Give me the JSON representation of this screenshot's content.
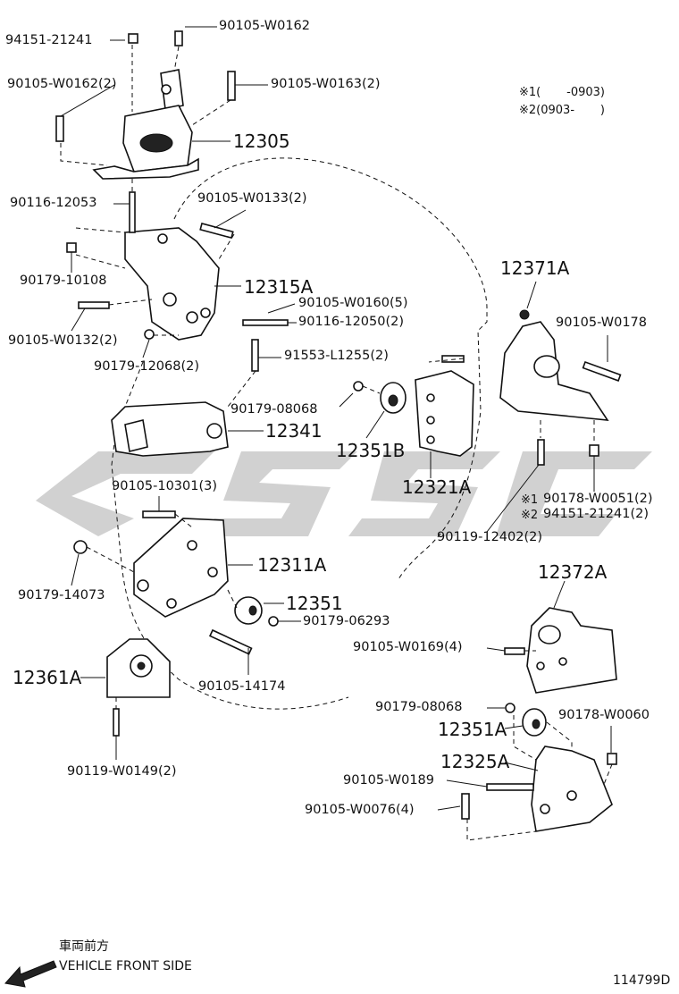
{
  "colors": {
    "ink": "#111111",
    "watermark": "#9a9a9a",
    "background": "#ffffff"
  },
  "diagram": {
    "parts": {
      "p94151_21241": "94151-21241",
      "p90105_W0162": "90105-W0162",
      "p90105_W0162_2": "90105-W0162(2)",
      "p90105_W0163_2": "90105-W0163(2)",
      "p12305": "12305",
      "p90116_12053": "90116-12053",
      "p90105_W0133_2": "90105-W0133(2)",
      "p90179_10108": "90179-10108",
      "p12315A": "12315A",
      "p90105_W0160_5": "90105-W0160(5)",
      "p90116_12050_2": "90116-12050(2)",
      "p90105_W0132_2": "90105-W0132(2)",
      "p90179_12068_2": "90179-12068(2)",
      "p91553_L1255_2": "91553-L1255(2)",
      "p90179_08068_a": "90179-08068",
      "p12341": "12341",
      "p12351B": "12351B",
      "p12321A": "12321A",
      "p12371A": "12371A",
      "p90105_W0178": "90105-W0178",
      "p90178_W0051_2": "90178-W0051(2)",
      "p94151_21241_2": "94151-21241(2)",
      "p90119_12402_2": "90119-12402(2)",
      "p90105_10301_3": "90105-10301(3)",
      "p12311A": "12311A",
      "p90179_14073": "90179-14073",
      "p12351": "12351",
      "p90179_06293": "90179-06293",
      "p12372A": "12372A",
      "p90105_W0169_4": "90105-W0169(4)",
      "p12361A": "12361A",
      "p90105_14174": "90105-14174",
      "p90119_W0149_2": "90119-W0149(2)",
      "p90179_08068_b": "90179-08068",
      "p90178_W0060": "90178-W0060",
      "p12351A": "12351A",
      "p12325A": "12325A",
      "p90105_W0189": "90105-W0189",
      "p90105_W0076_4": "90105-W0076(4)"
    },
    "notes": {
      "mark1": "※1",
      "mark2": "※2",
      "note1": "※1(       -0903)",
      "note2": "※2(0903-       )"
    },
    "footer": {
      "front_jp": "車両前方",
      "front_en": "VEHICLE FRONT SIDE",
      "diagram_id": "114799D"
    }
  }
}
